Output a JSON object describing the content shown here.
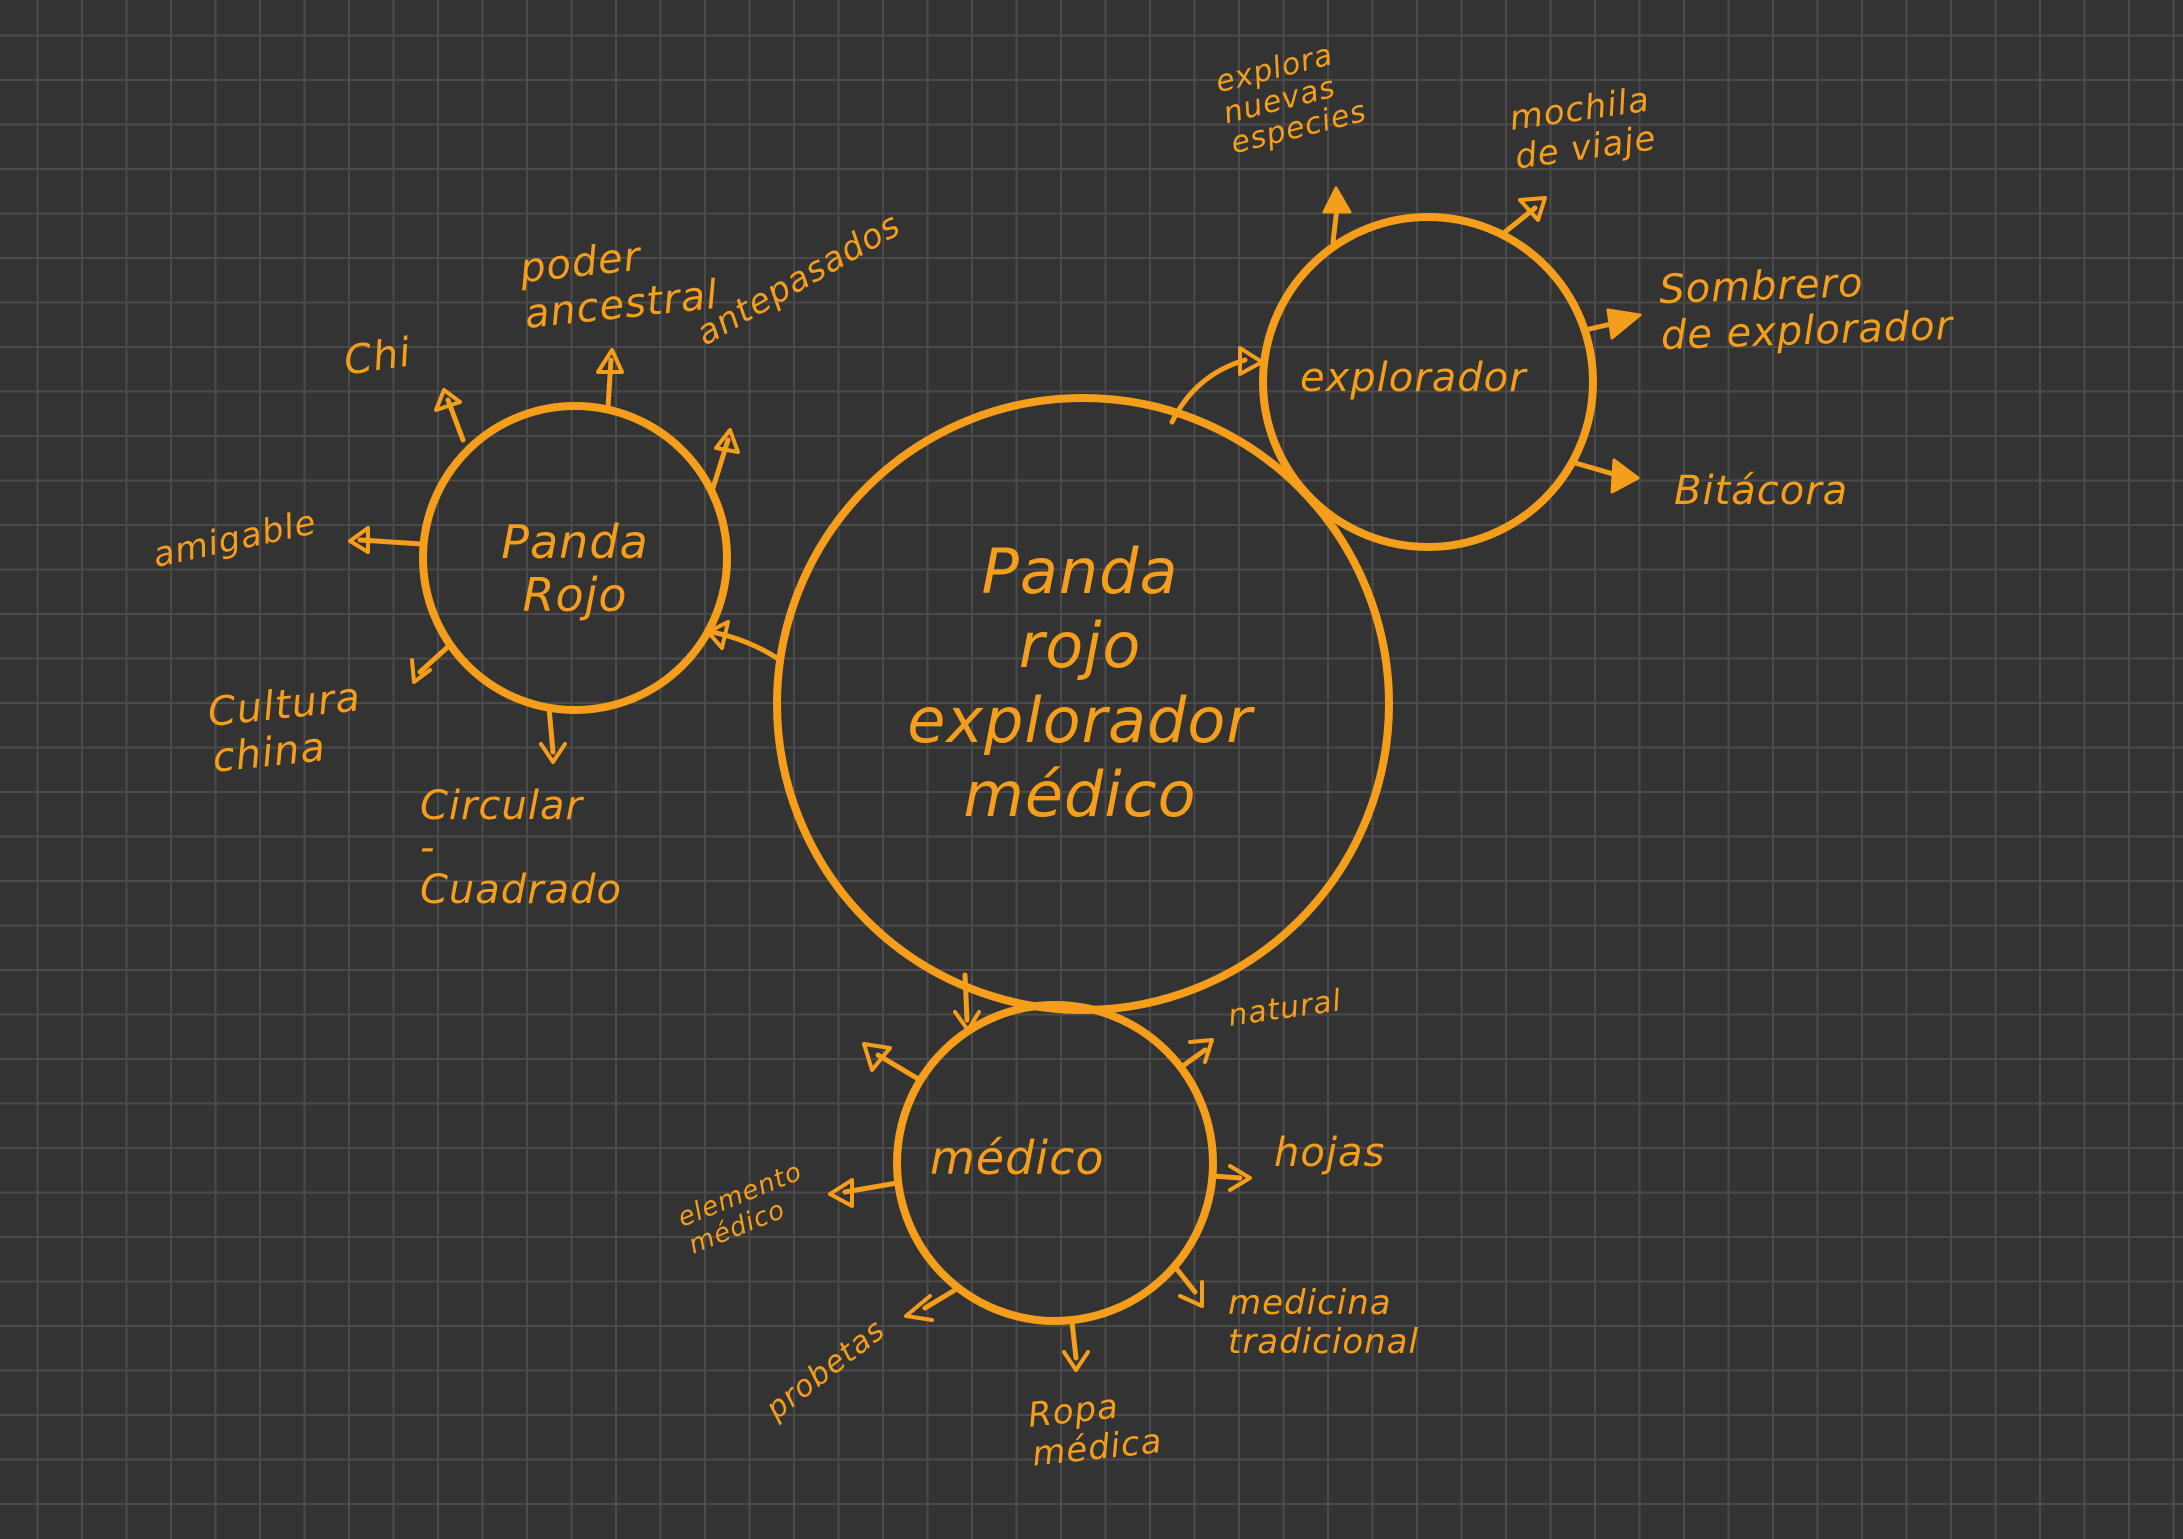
{
  "colors": {
    "background": "#333333",
    "grid": "#4b4b4b",
    "ink": "#F59E1B"
  },
  "center": {
    "label": "Panda\nrojo\nexplorador\nmédico"
  },
  "nodes": {
    "panda": {
      "label": "Panda\nRojo",
      "branches": {
        "chi": "Chi",
        "poder": "poder\nancestral",
        "antepasados": "antepasados",
        "amigable": "amigable",
        "cultura": "Cultura\nchina",
        "circular": "Circular\n-\nCuadrado"
      }
    },
    "explorador": {
      "label": "explorador",
      "branches": {
        "explora": "explora\nnuevas\nespecies",
        "mochila": "mochila\nde viaje",
        "sombrero": "Sombrero\nde explorador",
        "bitacora": "Bitácora"
      }
    },
    "medico": {
      "label": "médico",
      "branches": {
        "natural": "natural",
        "hojas": "hojas",
        "medicina": "medicina\ntradicional",
        "ropa": "Ropa\nmédica",
        "probetas": "probetas",
        "elemento": "elemento\nmédico",
        "upleft": ""
      }
    }
  }
}
